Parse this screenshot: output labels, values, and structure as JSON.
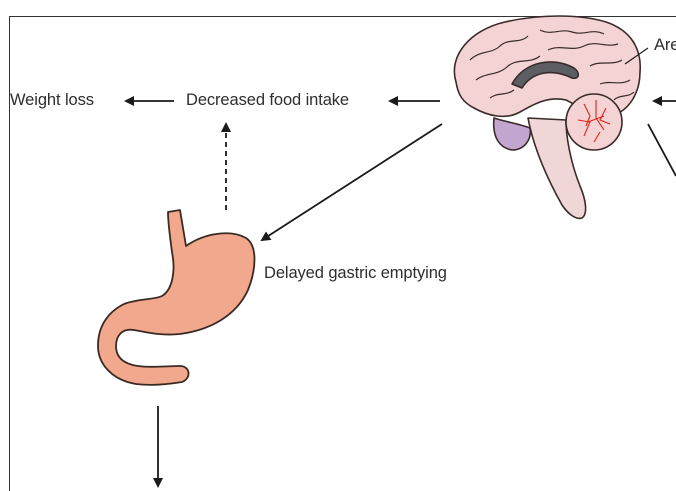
{
  "labels": {
    "weight_loss": "Weight loss",
    "decreased_food_intake": "Decreased food intake",
    "delayed_gastric_emptying": "Delayed gastric emptying",
    "area_partial": "Are"
  },
  "colors": {
    "arrow": "#1a1a1a",
    "stomach_fill": "#f2a88c",
    "stomach_outline": "#3a2a24",
    "brain_fill": "#f3d3d3",
    "brainstem_fill": "#f0d6d6",
    "cerebellum_vessels": "#e0231b",
    "purple_region": "#c3a6cf",
    "dark_structure": "#5b5f63"
  },
  "icons": [
    "brain-illustration",
    "stomach-illustration"
  ]
}
